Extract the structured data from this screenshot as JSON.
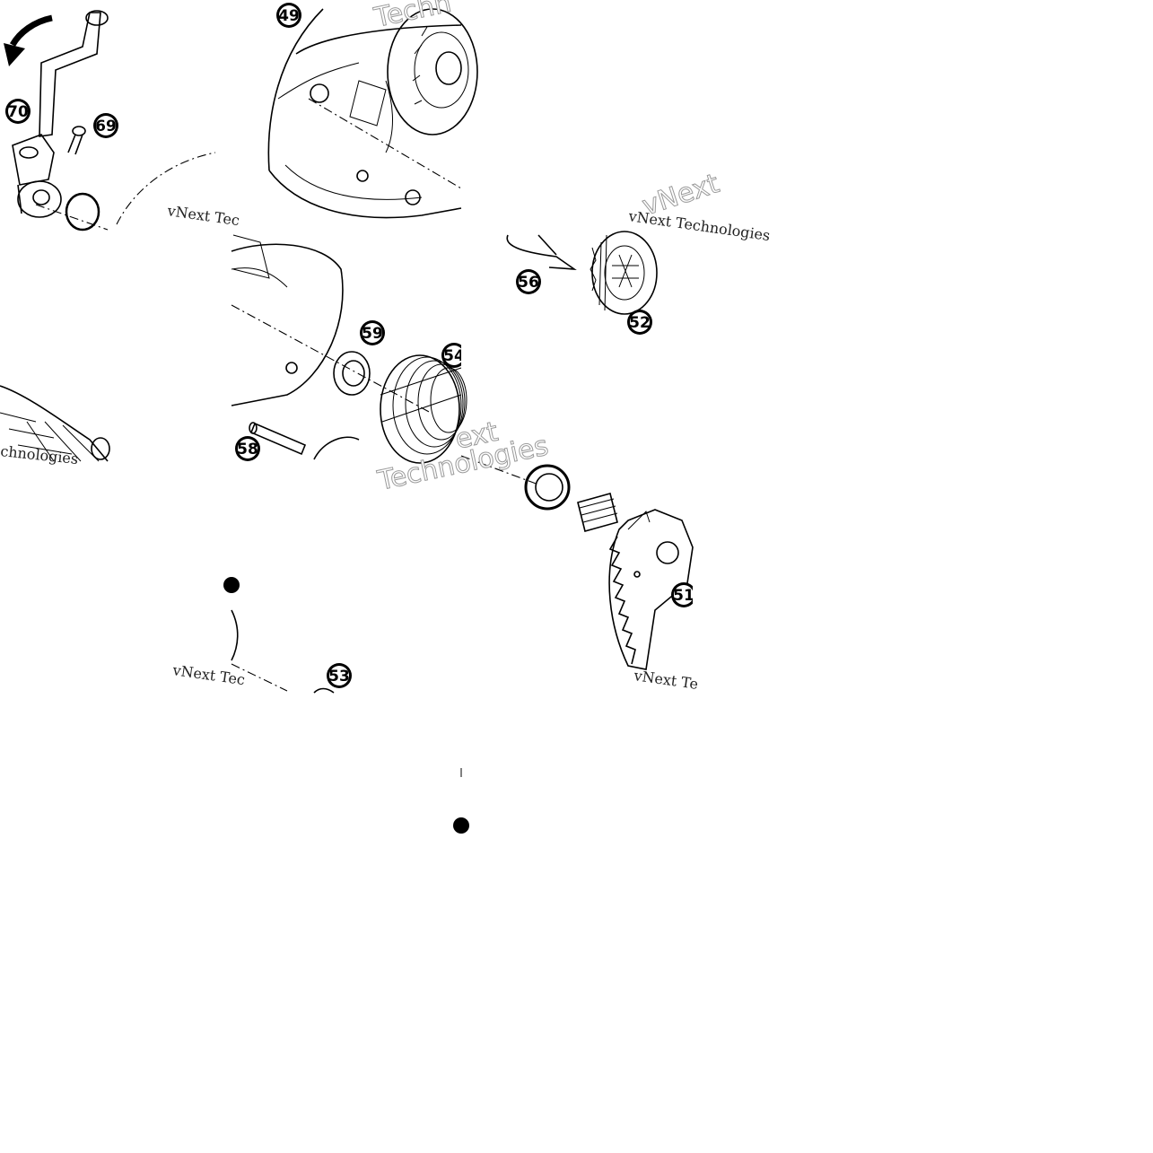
{
  "part_labels": [
    {
      "id": "49",
      "text": "49"
    },
    {
      "id": "70",
      "text": "70"
    },
    {
      "id": "69",
      "text": "69"
    },
    {
      "id": "56",
      "text": "56"
    },
    {
      "id": "52",
      "text": "52"
    },
    {
      "id": "59",
      "text": "59"
    },
    {
      "id": "54",
      "text": "54"
    },
    {
      "id": "58",
      "text": "58"
    },
    {
      "id": "51",
      "text": "51"
    },
    {
      "id": "53",
      "text": "53"
    }
  ],
  "watermarks": {
    "small_text": "vNext Technologies",
    "partial_small_1": "vNext Tec",
    "partial_small_2": "vNext Te",
    "partial_small_3": "chnologies",
    "big_1": "Techn",
    "big_2": "Technologies",
    "big_3": "vNext",
    "big_4": "ext"
  },
  "colors": {
    "background": "#ffffff",
    "line": "#000000",
    "watermark": "#9a9a9a"
  },
  "icons": {
    "rotation_arrow": "curved-arrow-icon"
  }
}
